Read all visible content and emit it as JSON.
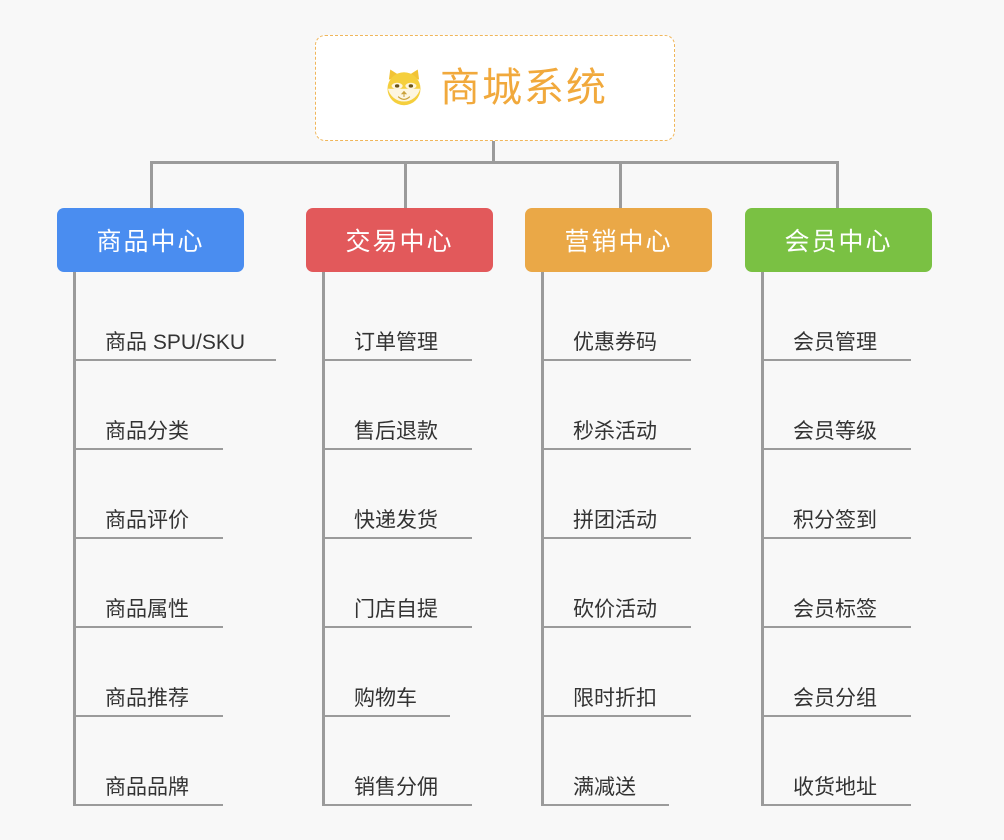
{
  "diagram": {
    "title": "商城系统",
    "background_color": "#f8f8f8",
    "root": {
      "label": "商城系统",
      "icon": "shiba-dog-face-icon",
      "text_color": "#f1a93c",
      "border_color": "#f0b65a",
      "fill_color": "#ffffff"
    },
    "connector_color": "#9b9b9b",
    "categories": [
      {
        "label": "商品中心",
        "color": "#4a8df0",
        "items": [
          "商品 SPU/SKU",
          "商品分类",
          "商品评价",
          "商品属性",
          "商品推荐",
          "商品品牌"
        ]
      },
      {
        "label": "交易中心",
        "color": "#e2595b",
        "items": [
          "订单管理",
          "售后退款",
          "快递发货",
          "门店自提",
          "购物车",
          "销售分佣"
        ]
      },
      {
        "label": "营销中心",
        "color": "#eaa847",
        "items": [
          "优惠券码",
          "秒杀活动",
          "拼团活动",
          "砍价活动",
          "限时折扣",
          "满减送"
        ]
      },
      {
        "label": "会员中心",
        "color": "#7ac143",
        "items": [
          "会员管理",
          "会员等级",
          "积分签到",
          "会员标签",
          "会员分组",
          "收货地址"
        ]
      }
    ]
  }
}
